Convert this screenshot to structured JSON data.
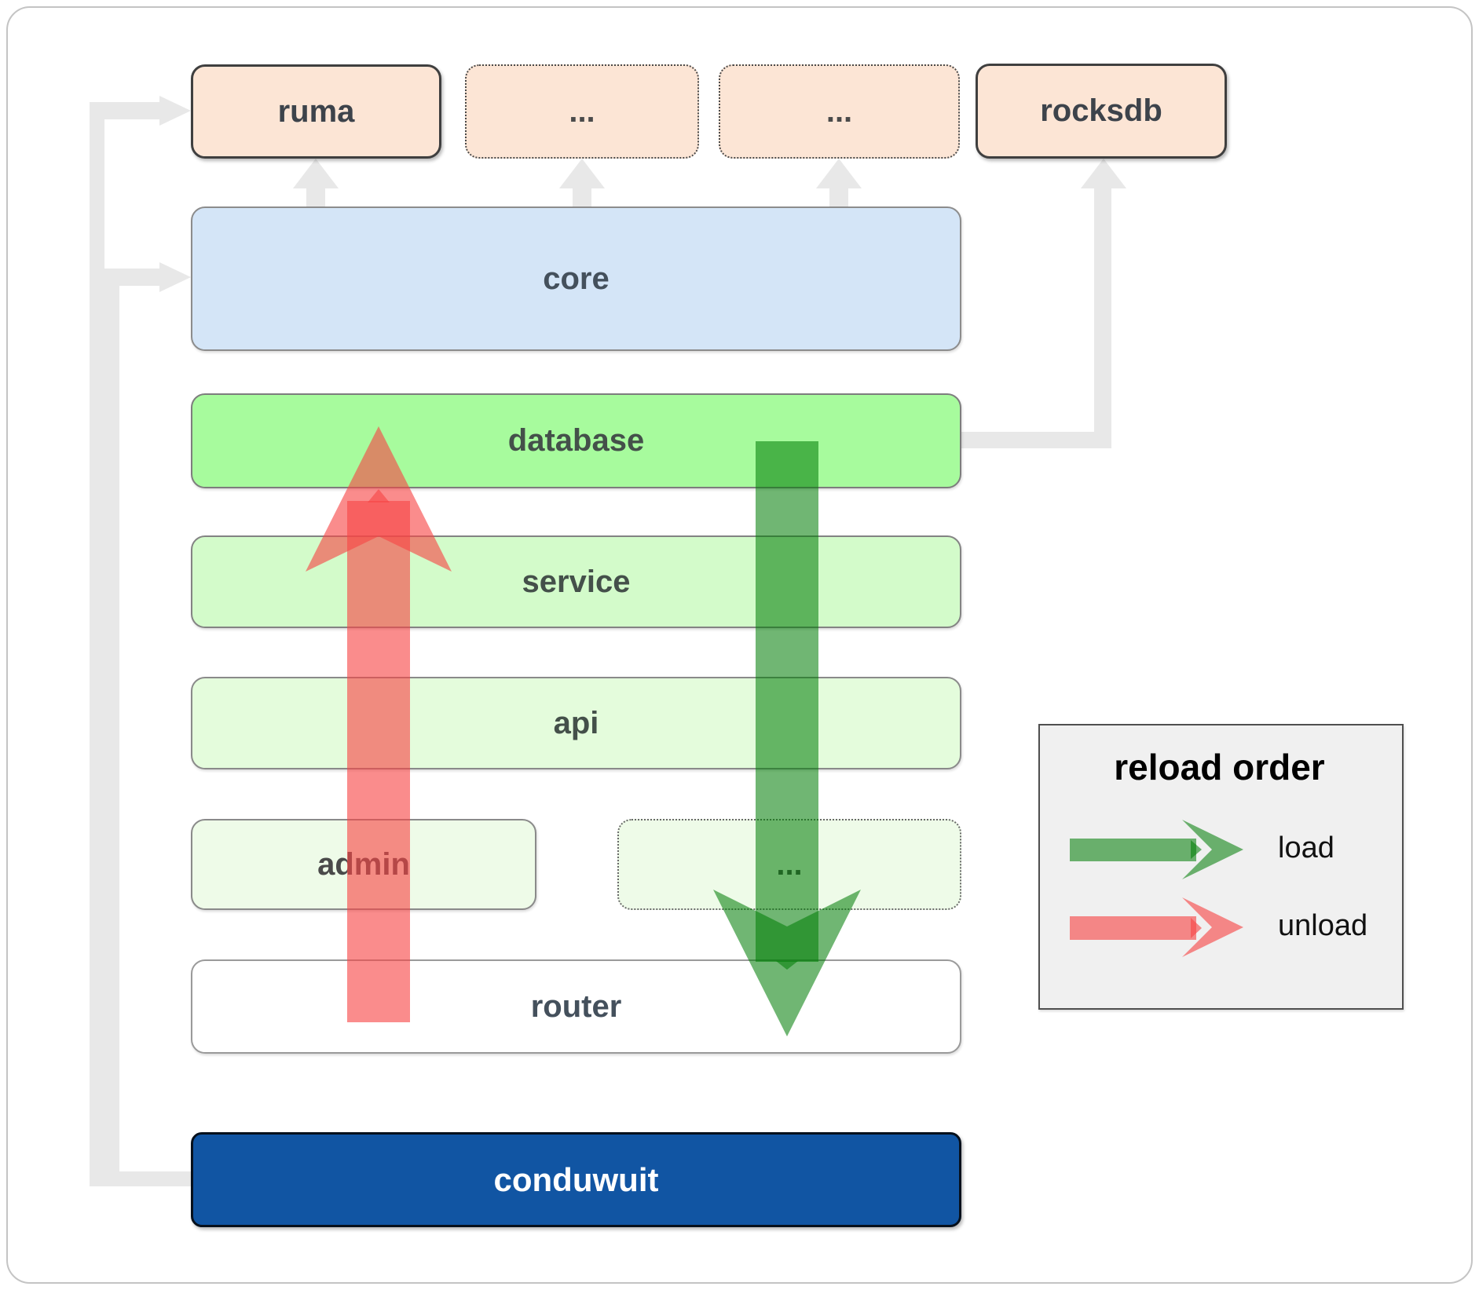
{
  "diagram": {
    "nodes": {
      "ruma": "ruma",
      "ellipsis_top_1": "...",
      "ellipsis_top_2": "...",
      "rocksdb": "rocksdb",
      "core": "core",
      "database": "database",
      "service": "service",
      "api": "api",
      "admin": "admin",
      "ellipsis_admin": "...",
      "router": "router",
      "conduwuit": "conduwuit"
    },
    "legend": {
      "title": "reload order",
      "items": [
        {
          "label": "load",
          "color": "rgba(0,125,5,0.56)"
        },
        {
          "label": "unload",
          "color": "rgba(247,70,70,0.62)"
        }
      ]
    },
    "colors": {
      "load_arrow": "rgba(0,125,5,0.56)",
      "unload_arrow": "rgba(247,70,70,0.62)",
      "connector": "#e8e8e8",
      "conduwuit_fill": "#1155a3",
      "database_fill": "#a7fb9d",
      "core_fill": "#d4e5f7",
      "peach_fill": "#fce5d5"
    }
  }
}
